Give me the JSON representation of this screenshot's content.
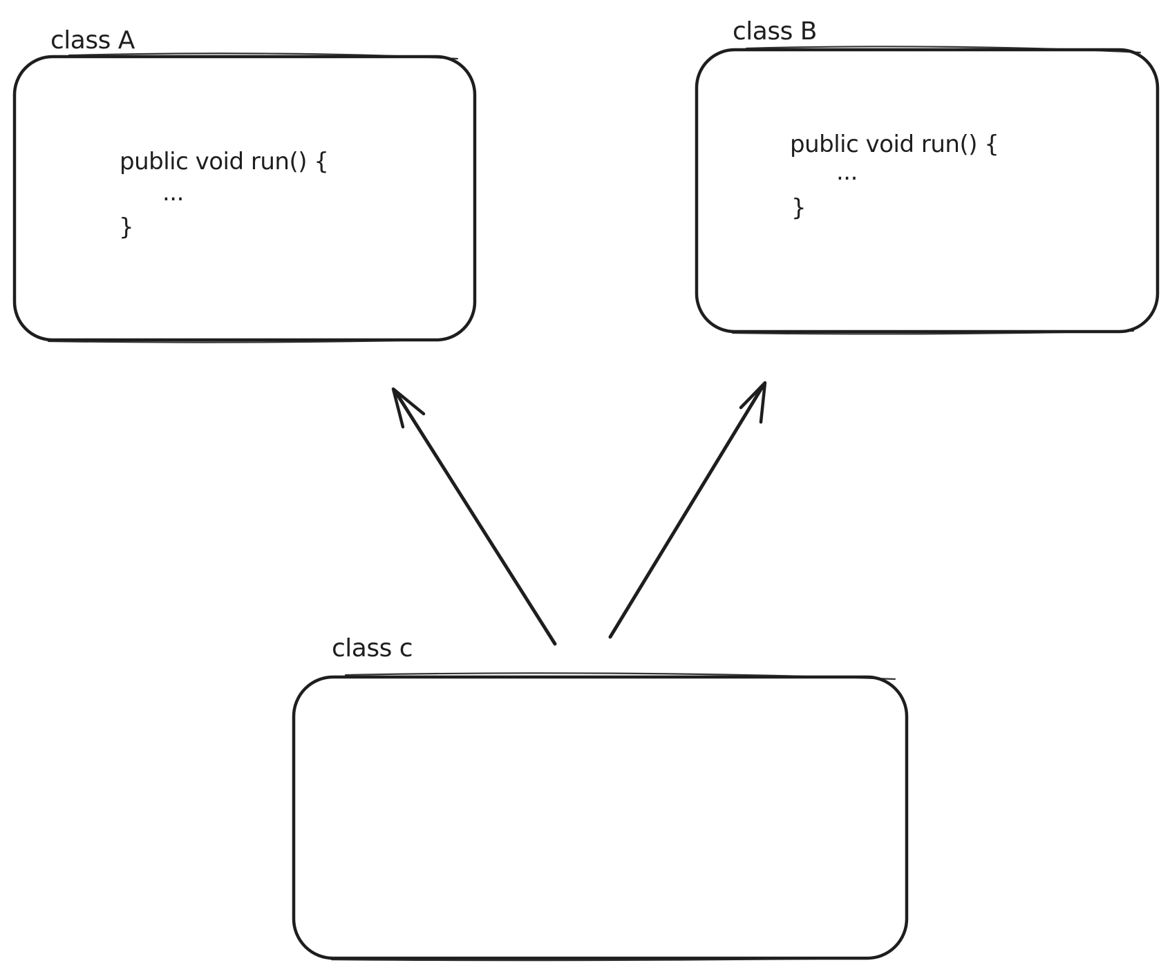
{
  "diagram": {
    "background_color": "#ffffff",
    "stroke_color": "#1e1e1e",
    "nodes": [
      {
        "label": "class A",
        "code_lines": [
          "public void run() {",
          "...",
          "}"
        ]
      },
      {
        "label": "class B",
        "code_lines": [
          "public void run() {",
          "...",
          "}"
        ]
      },
      {
        "label": "class c",
        "code_lines": []
      }
    ],
    "edges": [
      {
        "from": "class c",
        "to": "class A",
        "type": "arrow"
      },
      {
        "from": "class c",
        "to": "class B",
        "type": "arrow"
      }
    ]
  }
}
